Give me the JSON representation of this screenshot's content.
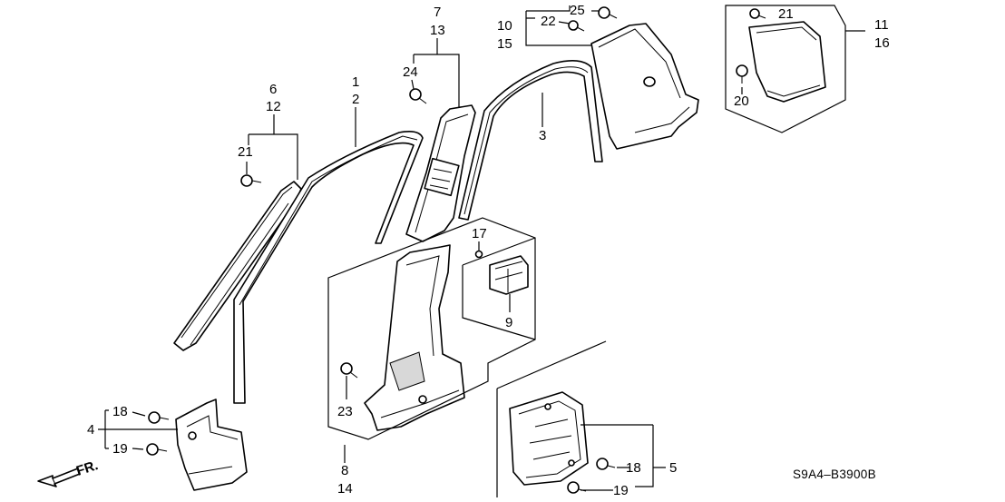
{
  "labels": {
    "l1": "1",
    "l2": "2",
    "l3": "3",
    "l4": "4",
    "l5": "5",
    "l6": "6",
    "l7": "7",
    "l8": "8",
    "l9": "9",
    "l10": "10",
    "l11": "11",
    "l12": "12",
    "l13": "13",
    "l14": "14",
    "l15": "15",
    "l16": "16",
    "l17": "17",
    "l18a": "18",
    "l18b": "18",
    "l19a": "19",
    "l19b": "19",
    "l20": "20",
    "l21a": "21",
    "l21b": "21",
    "l22": "22",
    "l23": "23",
    "l24": "24",
    "l25": "25"
  },
  "direction_label": "FR.",
  "diagram_code": "S9A4–B3900B"
}
